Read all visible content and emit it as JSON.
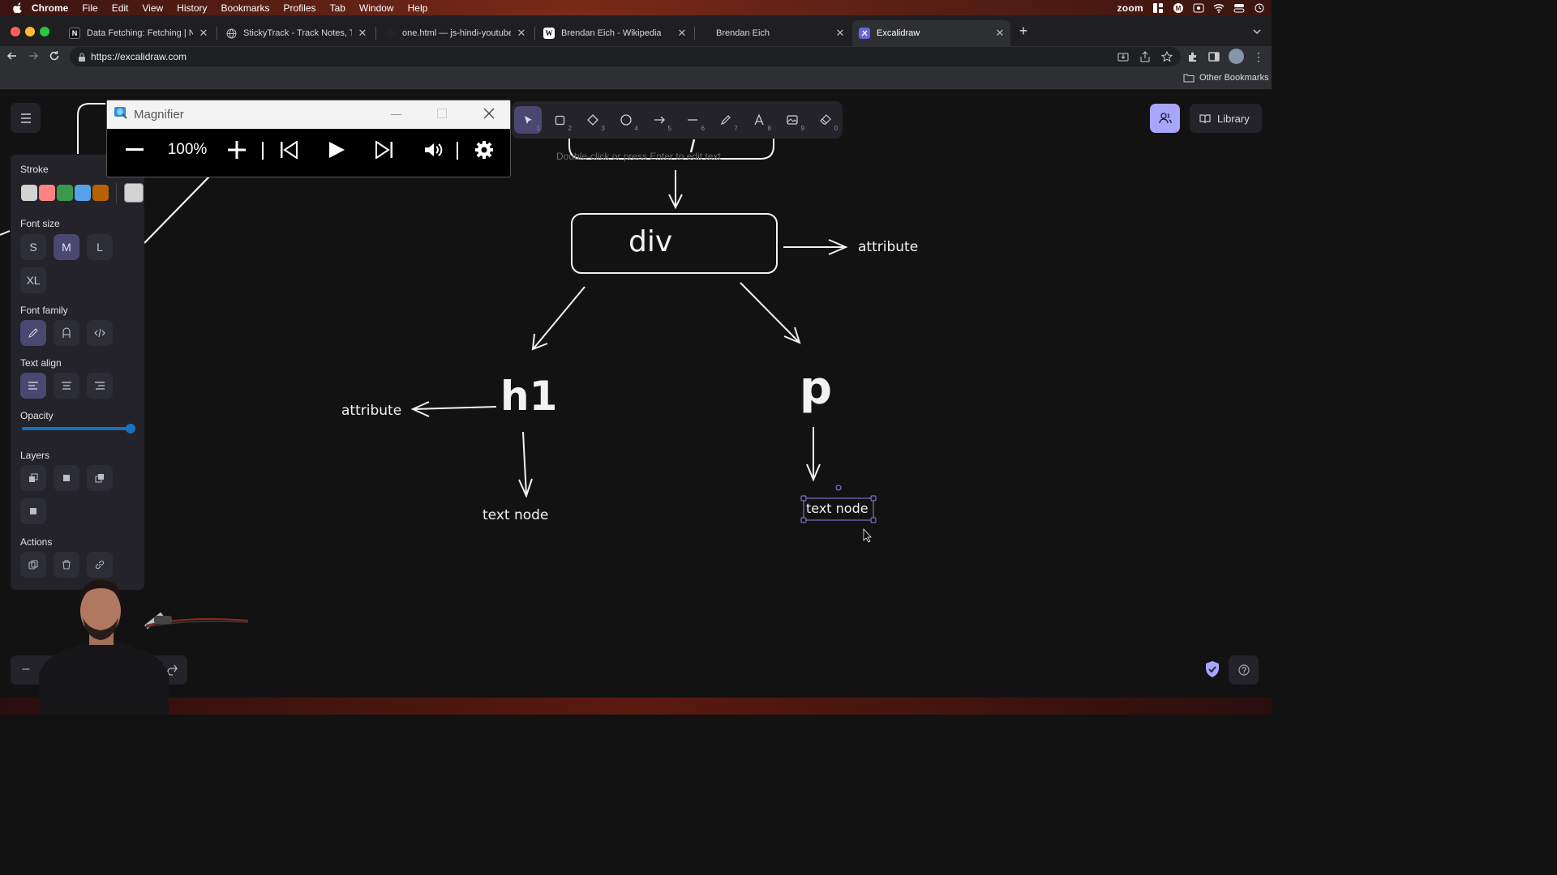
{
  "menubar": {
    "app": "Chrome",
    "items": [
      "File",
      "Edit",
      "View",
      "History",
      "Bookmarks",
      "Profiles",
      "Tab",
      "Window",
      "Help"
    ],
    "zoom_label": "zoom"
  },
  "tabs": [
    {
      "title": "Data Fetching: Fetching | Next",
      "favicon": "N"
    },
    {
      "title": "StickyTrack - Track Notes, Trac",
      "favicon": "globe"
    },
    {
      "title": "one.html — js-hindi-youtube [C",
      "favicon": "github"
    },
    {
      "title": "Brendan Eich - Wikipedia",
      "favicon": "W"
    },
    {
      "title": "Brendan Eich",
      "favicon": ""
    },
    {
      "title": "Excalidraw",
      "favicon": "excalidraw"
    }
  ],
  "address": {
    "url": "https://excalidraw.com"
  },
  "bookmarks": {
    "other": "Other Bookmarks"
  },
  "magnifier": {
    "title": "Magnifier",
    "zoom": "100%"
  },
  "toolbar": {
    "tools": [
      {
        "icon": "selection-icon",
        "num": "1"
      },
      {
        "icon": "rectangle-icon",
        "num": "2"
      },
      {
        "icon": "diamond-icon",
        "num": "3"
      },
      {
        "icon": "ellipse-icon",
        "num": "4"
      },
      {
        "icon": "arrow-icon",
        "num": "5"
      },
      {
        "icon": "line-icon",
        "num": "6"
      },
      {
        "icon": "pencil-icon",
        "num": "7"
      },
      {
        "icon": "text-icon",
        "num": "8"
      },
      {
        "icon": "image-icon",
        "num": "9"
      },
      {
        "icon": "eraser-icon",
        "num": "0"
      }
    ]
  },
  "hint": "Double-click or press Enter to edit text",
  "props": {
    "stroke_label": "Stroke",
    "stroke_colors": [
      "#d3d3d3",
      "#ff8383",
      "#3a994c",
      "#56a2e8",
      "#b76100"
    ],
    "stroke_current": "#d3d3d3",
    "font_size_label": "Font size",
    "font_sizes": [
      "S",
      "M",
      "L",
      "XL"
    ],
    "font_family_label": "Font family",
    "text_align_label": "Text align",
    "opacity_label": "Opacity",
    "opacity_value": 100,
    "layers_label": "Layers",
    "actions_label": "Actions"
  },
  "diagram": {
    "root_label": "div",
    "attr_right": "attribute",
    "h1_label": "h1",
    "p_label": "p",
    "attr_left": "attribute",
    "text_node_left": "text node",
    "text_node_right": "text node"
  },
  "library_label": "Library",
  "colors": {
    "accent": "#a8a5ff",
    "selected": "#4a4870",
    "panel": "#232329",
    "canvas": "#121212"
  }
}
